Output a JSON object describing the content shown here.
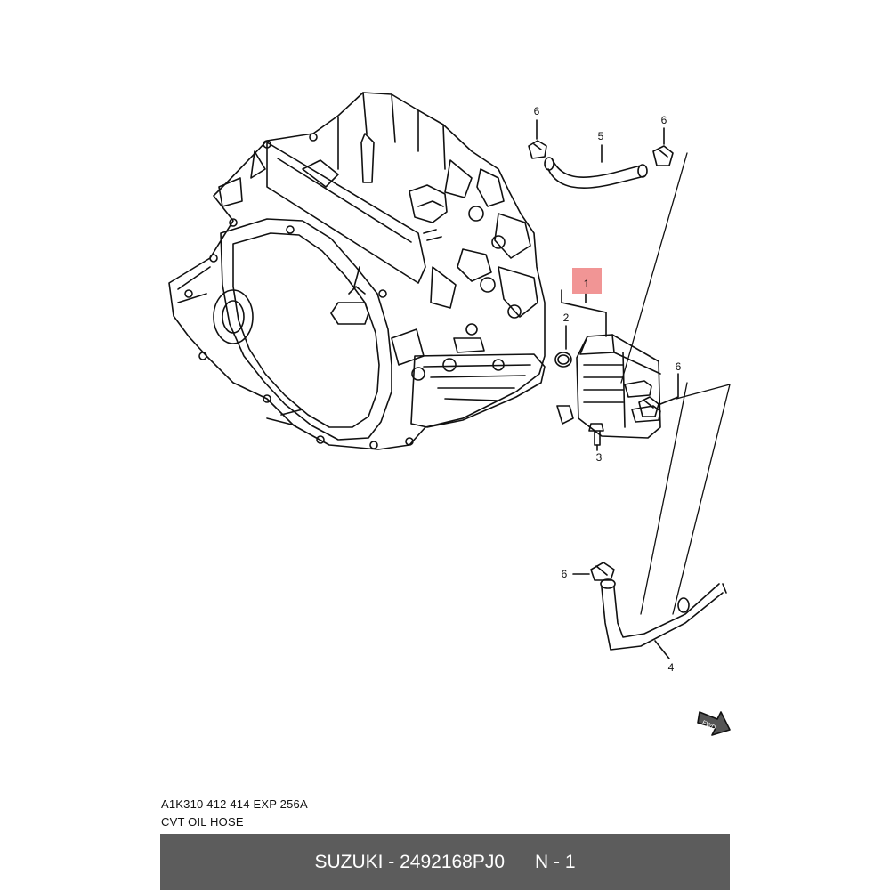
{
  "callouts": {
    "c1": "1",
    "c2": "2",
    "c3": "3",
    "c4": "4",
    "c5": "5",
    "c6a": "6",
    "c6b": "6",
    "c6c": "6",
    "c6d": "6"
  },
  "fwd_label": "FWD",
  "highlight_color": "#f08a8a",
  "caption": {
    "code": "A1K310 412 414 EXP 256A",
    "title": "CVT OIL HOSE"
  },
  "footer": {
    "part_number": "SUZUKI - 2492168PJ0",
    "quantity": "N - 1"
  }
}
